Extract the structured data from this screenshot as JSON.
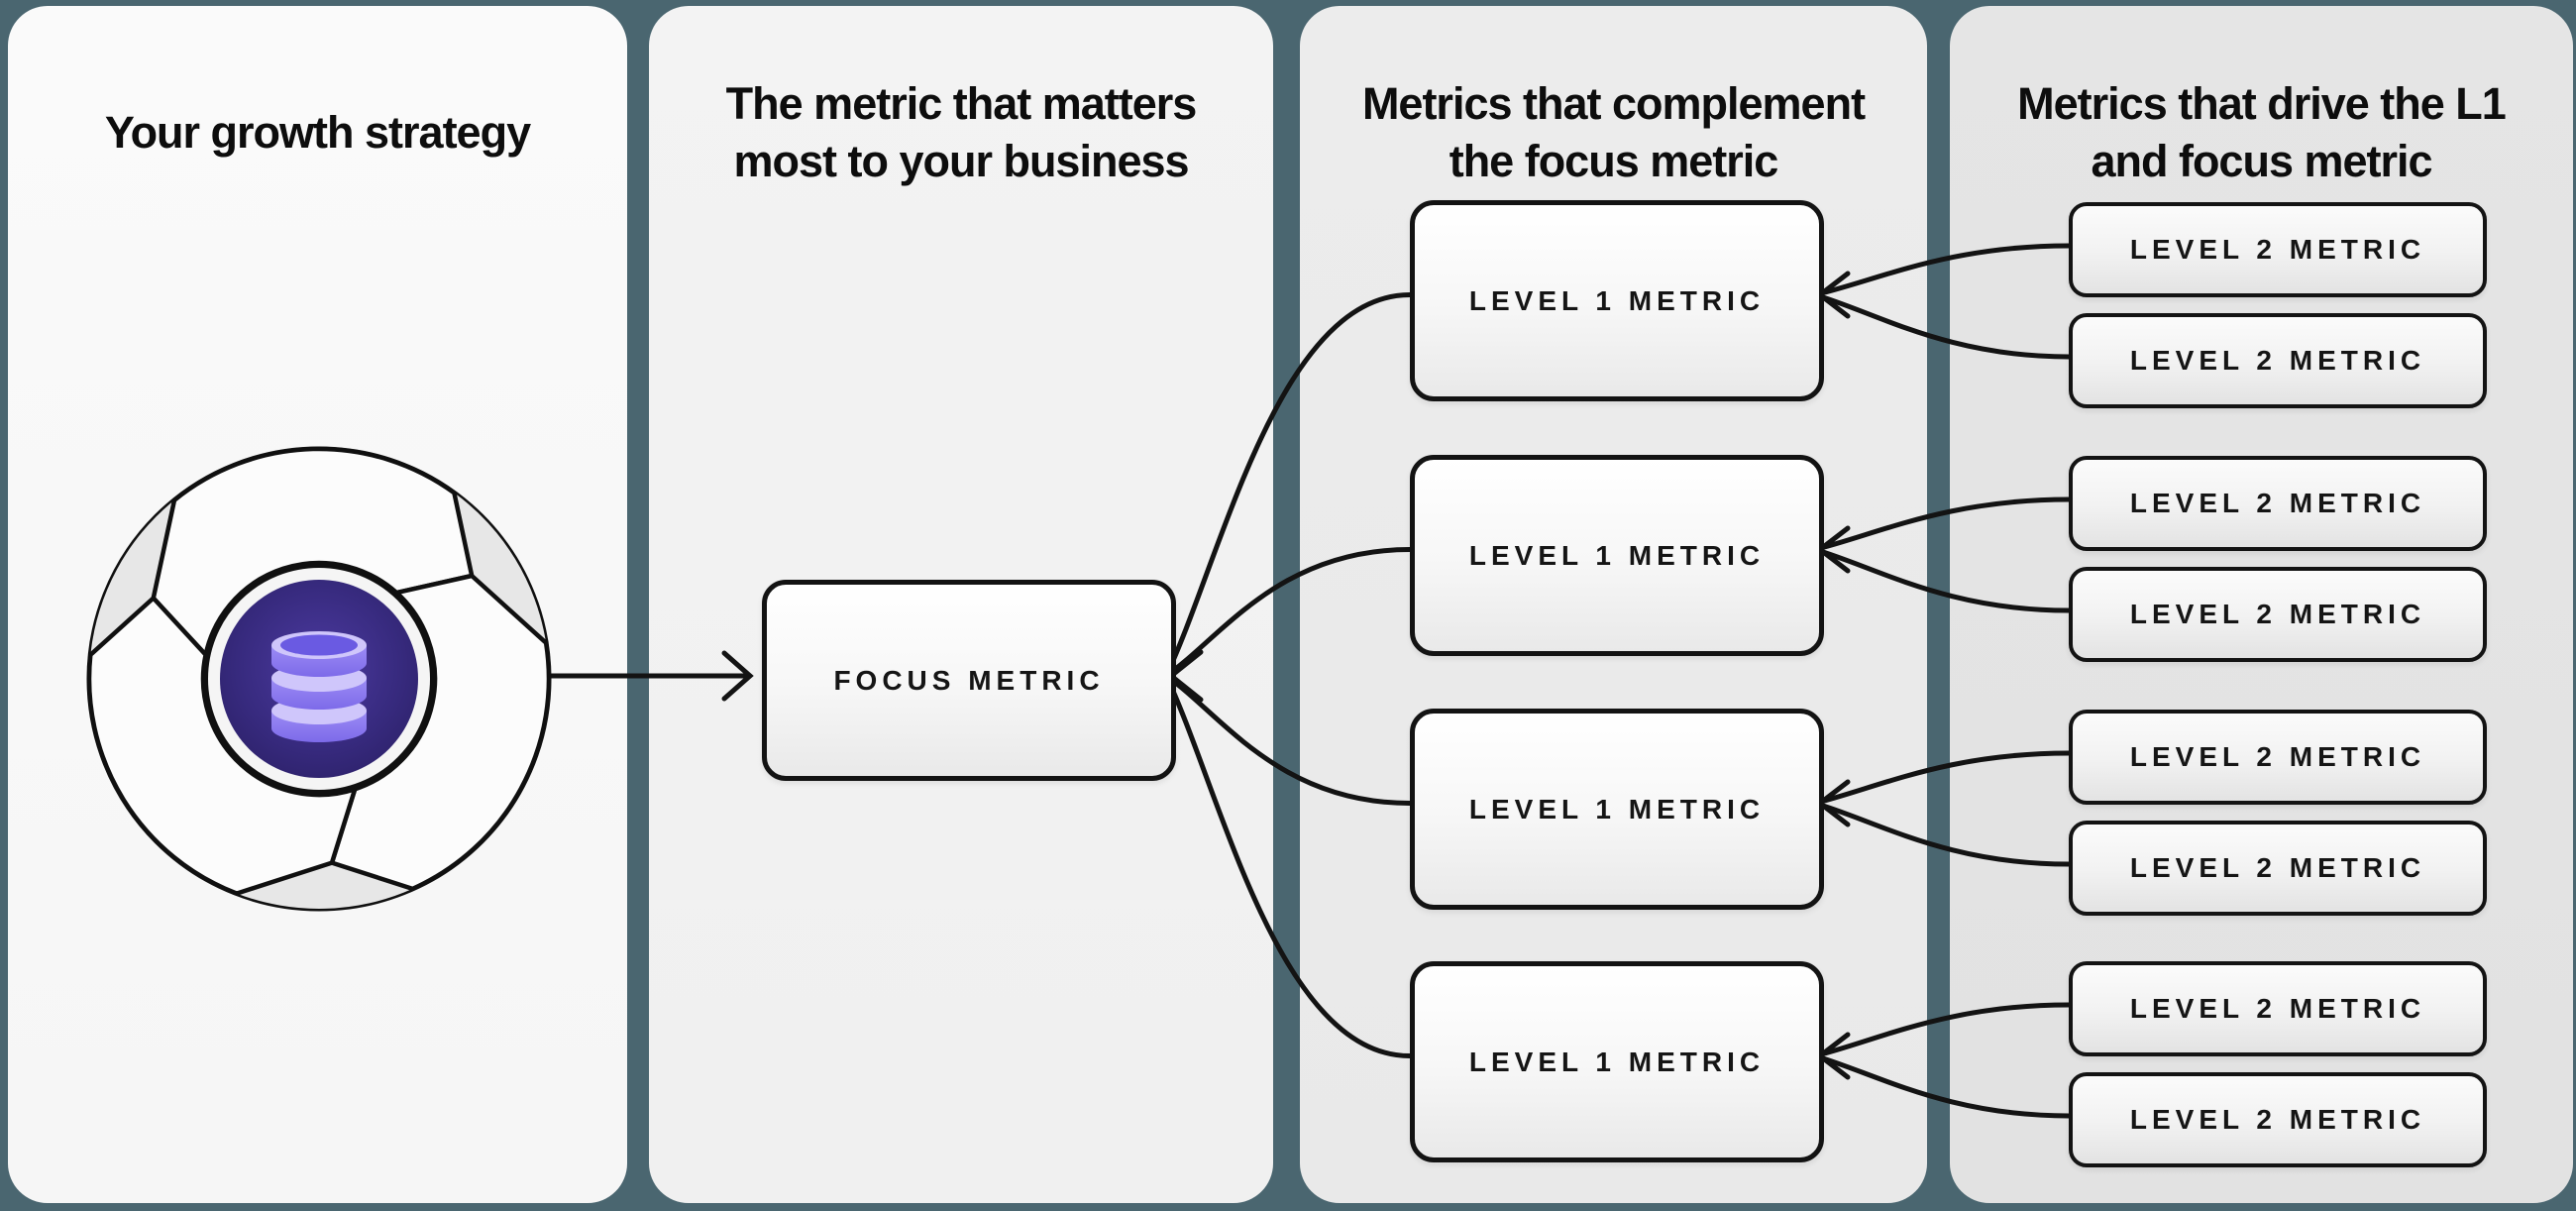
{
  "panels": [
    {
      "title_lines": [
        "Your growth strategy"
      ]
    },
    {
      "title_lines": [
        "The metric that matters",
        "most to your business"
      ]
    },
    {
      "title_lines": [
        "Metrics that complement",
        "the focus metric"
      ]
    },
    {
      "title_lines": [
        "Metrics that drive the L1",
        "and focus metric"
      ]
    }
  ],
  "nodes": {
    "focus": "FOCUS METRIC",
    "level1": "LEVEL 1 METRIC",
    "level2": "LEVEL 2 METRIC"
  },
  "icon": {
    "name": "growth-flywheel-database",
    "description": "circular flywheel with three blades and a glowing database cylinder at the center"
  },
  "colors": {
    "background": "#4a6670",
    "panel_1": "#f9f9f9",
    "panel_2": "#f2f2f2",
    "panel_3": "#ebebeb",
    "panel_4": "#e4e4e4",
    "stroke": "#131313",
    "flywheel_center": "#342672",
    "database_icon": "#8e7cf0"
  }
}
